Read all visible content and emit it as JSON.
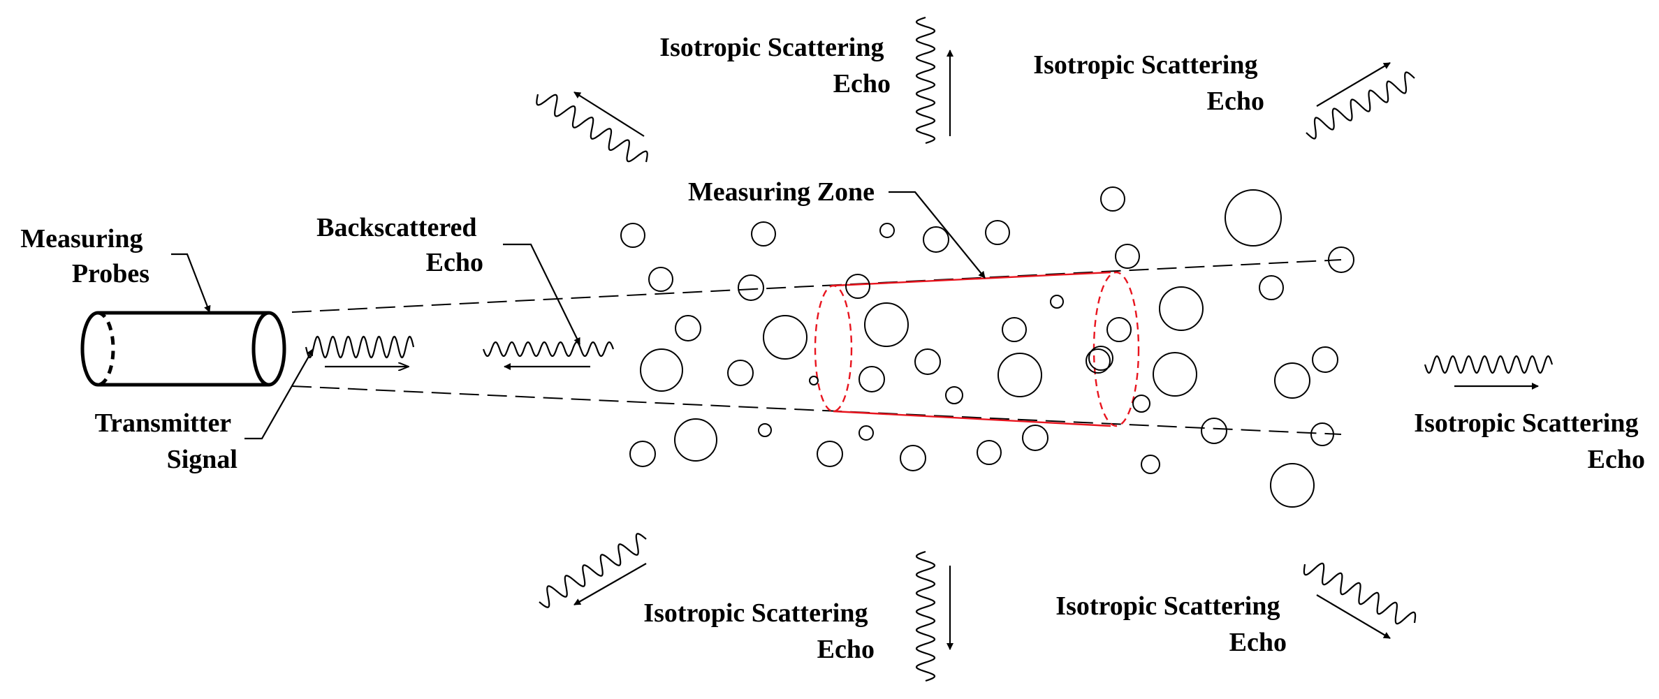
{
  "labels": {
    "measuring_probes": [
      "Measuring",
      "Probes"
    ],
    "transmitter_signal": [
      "Transmitter",
      "Signal"
    ],
    "backscattered_echo": [
      "Backscattered",
      "Echo"
    ],
    "measuring_zone": "Measuring Zone",
    "isotropic_scattering_echo": [
      "Isotropic Scattering",
      "Echo"
    ]
  },
  "colors": {
    "ink": "#000000",
    "measuring_zone": "#e8141e",
    "background": "#ffffff"
  }
}
